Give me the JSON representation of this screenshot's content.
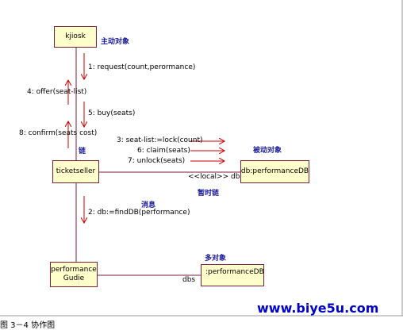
{
  "objects": {
    "kjiosk": "kjiosk",
    "tickets_seller": "ticketseller",
    "db_performance": "db:performanceDB",
    "performance_guide_line1": "performance",
    "performance_guide_line2": "Gudie",
    "performance_db_multi": ":performanceDB"
  },
  "messages": {
    "m1": "1: request(count,perormance)",
    "m4": "4: offer(seat-list)",
    "m5": "5: buy(seats)",
    "m8": "8: confirm(seats cost)",
    "m3": "3: seat-list:=lock(count)",
    "m6": "6: claim(seats)",
    "m7": "7: unlock(seats)",
    "m2": "2: db:=findDB(performance)"
  },
  "link_labels": {
    "local_db": "<<local>> db",
    "dbs": "dbs"
  },
  "annotations": {
    "active_object": "主动对象",
    "link": "链",
    "passive_object": "被动对象",
    "temporary_link": "暂时链",
    "message": "消息",
    "multi_object": "多对象"
  },
  "watermark": "www.biye5u.com",
  "caption": "图 3－4 协作图",
  "colors": {
    "object_fill": "#ffffcc",
    "line": "#7a1f3a",
    "arrow": "#cc0000",
    "annotation": "#1a1a99",
    "watermark": "#0000cc"
  }
}
